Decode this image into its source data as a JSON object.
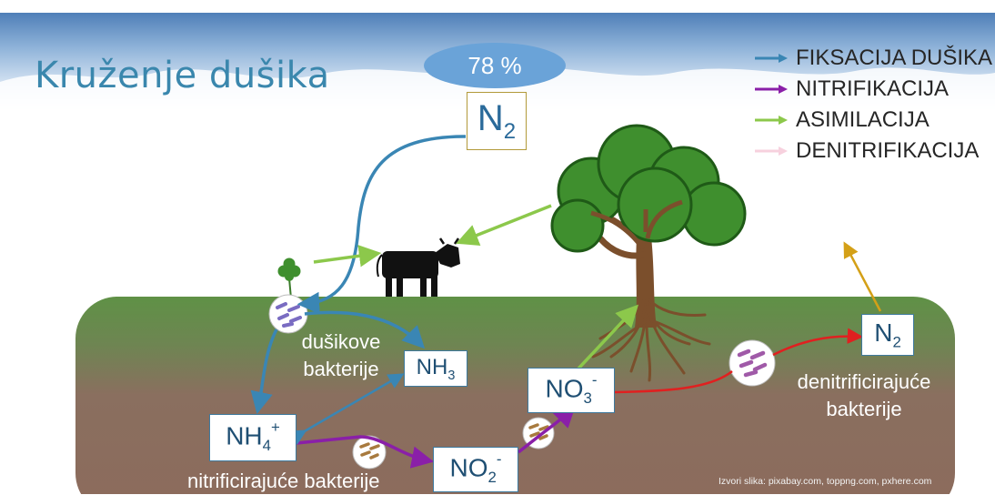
{
  "title": "Kruženje dušika",
  "atmosphere_percent": "78 %",
  "legend": [
    {
      "label": "FIKSACIJA DUŠIKA",
      "color": "#3a86b4"
    },
    {
      "label": "NITRIFIKACIJA",
      "color": "#8a1fa8"
    },
    {
      "label": "ASIMILACIJA",
      "color": "#8cc84b"
    },
    {
      "label": "DENITRIFIKACIJA",
      "color": "#f7d1de"
    }
  ],
  "compounds": {
    "n2_air": {
      "base": "N",
      "sub": "2",
      "sup": ""
    },
    "nh3": {
      "base": "NH",
      "sub": "3",
      "sup": ""
    },
    "nh4": {
      "base": "NH",
      "sub": "4",
      "sup": "+"
    },
    "no2": {
      "base": "NO",
      "sub": "2",
      "sup": "-"
    },
    "no3": {
      "base": "NO",
      "sub": "3",
      "sup": "-"
    },
    "n2_soil": {
      "base": "N",
      "sub": "2",
      "sup": ""
    }
  },
  "captions": {
    "nitrogen_bacteria_line1": "dušikove",
    "nitrogen_bacteria_line2": "bakterije",
    "nitrifying_bacteria": "nitrificirajuće bakterije",
    "denitrifying_bacteria_line1": "denitrificirajuće",
    "denitrifying_bacteria_line2": "bakterije"
  },
  "source": "Izvori slika: pixabay.com, toppng.com, pxhere.com",
  "colors": {
    "title": "#3a87ad",
    "fixation": "#3a86b4",
    "nitrification": "#8a1fa8",
    "assimilation": "#8cc84b",
    "denitrification_arrow": "#e02020",
    "escape_arrow": "#d4a017",
    "soil_top": "#5f8f45",
    "soil_bottom": "#8c6b5c",
    "sky": "#5b86c0",
    "ellipse": "#6aa3d8"
  },
  "icons": {
    "cow": "cow-icon",
    "tree": "tree-icon",
    "clover": "clover-icon",
    "bacteria": "bacteria-icon"
  }
}
